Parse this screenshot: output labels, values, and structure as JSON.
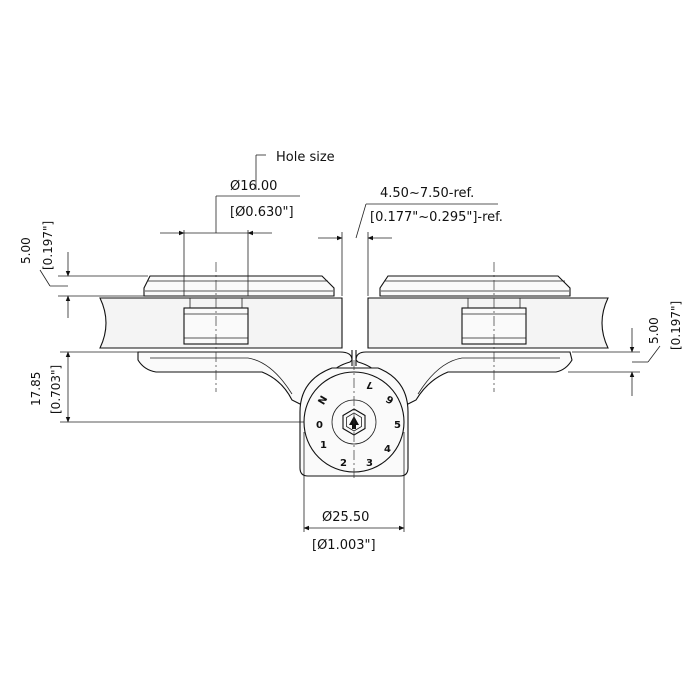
{
  "callouts": {
    "hole_size": "Hole size",
    "hole_dia_mm": "Ø16.00",
    "hole_dia_in": "[Ø0.630\"]",
    "glass_gap_mm": "4.50~7.50-ref.",
    "glass_gap_in": "[0.177\"~0.295\"]-ref.",
    "left_thickness_mm": "5.00",
    "left_thickness_in": "[0.197\"]",
    "right_thickness_mm": "5.00",
    "right_thickness_in": "[0.197\"]",
    "height_mm": "17.85",
    "height_in": "[0.703\"]",
    "knob_dia_mm": "Ø25.50",
    "knob_dia_in": "[Ø1.003\"]"
  },
  "dial": {
    "numbers": [
      "0",
      "1",
      "2",
      "3",
      "4",
      "5",
      "6",
      "7",
      "N"
    ]
  },
  "colors": {
    "line": "#111111",
    "background": "#ffffff"
  }
}
